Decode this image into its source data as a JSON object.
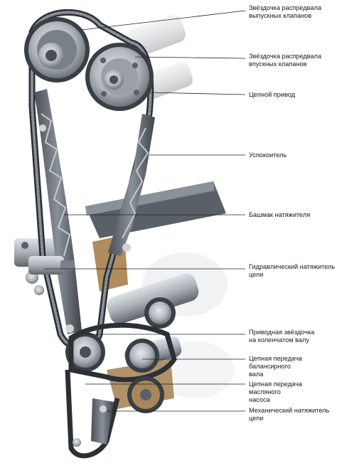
{
  "diagram": {
    "colors": {
      "chain": "#3b3f44",
      "metal": "#b7bcc2",
      "shadow": "#6d7379",
      "bronze": "#a8865a",
      "leader": "#222222"
    },
    "labels": [
      {
        "id": "exhaust-sprocket",
        "text": "Звёздочка распредвала\nвыпускных клапанов"
      },
      {
        "id": "intake-sprocket",
        "text": "Звёздочка распредвала\nвпускных клапанов"
      },
      {
        "id": "chain-drive",
        "text": "Цепной привод"
      },
      {
        "id": "damper",
        "text": "Успокоитель"
      },
      {
        "id": "tensioner-shoe",
        "text": "Башмак натяжителя"
      },
      {
        "id": "hydraulic-tensioner",
        "text": "Гидравлический натяжитель\nцепи"
      },
      {
        "id": "crank-sprocket",
        "text": "Приводная звёздочка\nна коленчатом валу"
      },
      {
        "id": "balance-shaft-drive",
        "text": "Цепная передача балансирного\nвала"
      },
      {
        "id": "oil-pump-drive",
        "text": "Цепная передача масляного\nнасоса"
      },
      {
        "id": "mech-tensioner",
        "text": "Механический натяжитель цепи"
      }
    ]
  }
}
